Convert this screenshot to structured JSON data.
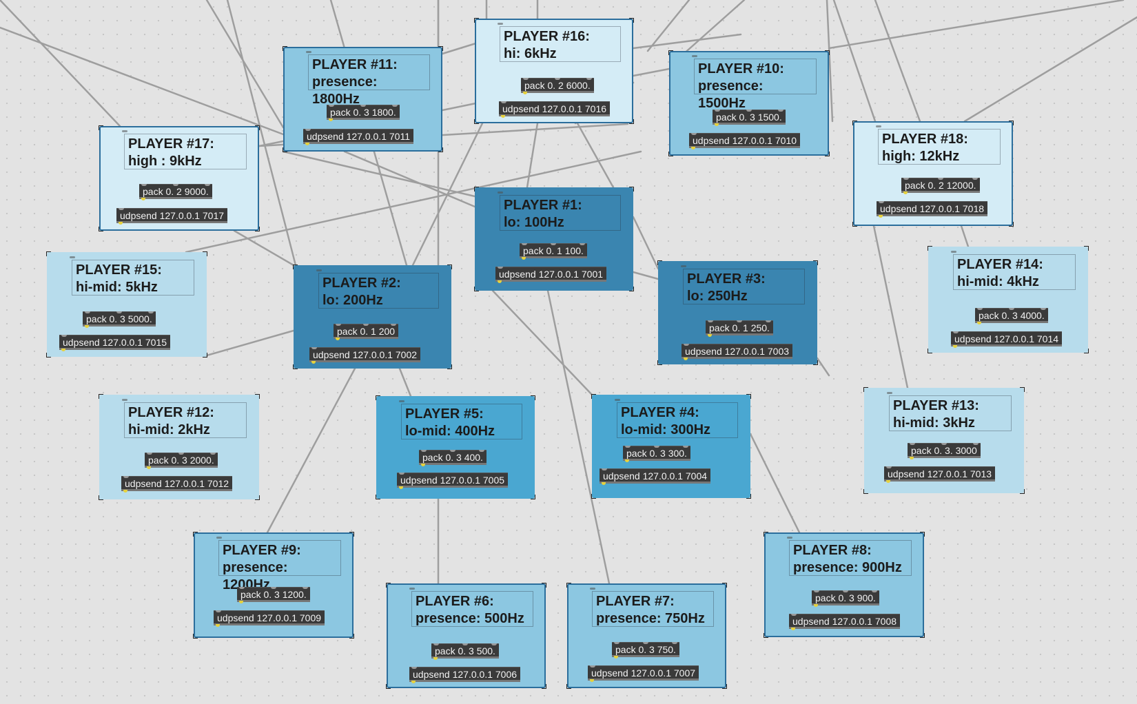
{
  "players": [
    {
      "id": "p11",
      "title": "PLAYER #11:\npresence: 1800Hz",
      "pack": "pack 0. 3 1800.",
      "udp": "udpsend 127.0.0.1 7011",
      "bg": "#8cc7e1",
      "border": true
    },
    {
      "id": "p16",
      "title": "PLAYER #16:\nhi: 6kHz",
      "pack": "pack 0. 2 6000.",
      "udp": "udpsend 127.0.0.1 7016",
      "bg": "#d4ecf6",
      "border": true
    },
    {
      "id": "p10",
      "title": "PLAYER #10:\npresence: 1500Hz",
      "pack": "pack 0. 3 1500.",
      "udp": "udpsend 127.0.0.1 7010",
      "bg": "#8cc7e1",
      "border": true
    },
    {
      "id": "p17",
      "title": "PLAYER #17:\nhigh : 9kHz",
      "pack": "pack 0. 2 9000.",
      "udp": "udpsend 127.0.0.1 7017",
      "bg": "#d4ecf6",
      "border": true
    },
    {
      "id": "p18",
      "title": "PLAYER #18:\nhigh: 12kHz",
      "pack": "pack 0. 2 12000.",
      "udp": "udpsend 127.0.0.1 7018",
      "bg": "#d4ecf6",
      "border": true
    },
    {
      "id": "p1",
      "title": "PLAYER #1:\nlo: 100Hz",
      "pack": "pack 0. 1 100.",
      "udp": "udpsend 127.0.0.1 7001",
      "bg": "#3a85b0",
      "border": false
    },
    {
      "id": "p15",
      "title": "PLAYER #15:\nhi-mid: 5kHz",
      "pack": "pack 0. 3 5000.",
      "udp": "udpsend 127.0.0.1 7015",
      "bg": "#b7dcec",
      "border": false
    },
    {
      "id": "p2",
      "title": "PLAYER #2:\nlo: 200Hz",
      "pack": "pack 0. 1 200",
      "udp": "udpsend 127.0.0.1 7002",
      "bg": "#3a85b0",
      "border": false
    },
    {
      "id": "p3",
      "title": "PLAYER #3:\nlo: 250Hz",
      "pack": "pack 0. 1 250.",
      "udp": "udpsend 127.0.0.1 7003",
      "bg": "#3a85b0",
      "border": false
    },
    {
      "id": "p14",
      "title": "PLAYER #14:\nhi-mid: 4kHz",
      "pack": "pack 0. 3 4000.",
      "udp": "udpsend 127.0.0.1 7014",
      "bg": "#b7dcec",
      "border": false
    },
    {
      "id": "p12",
      "title": "PLAYER #12:\nhi-mid: 2kHz",
      "pack": "pack 0. 3 2000.",
      "udp": "udpsend 127.0.0.1 7012",
      "bg": "#b7dcec",
      "border": false
    },
    {
      "id": "p5",
      "title": "PLAYER #5:\nlo-mid: 400Hz",
      "pack": "pack 0. 3 400.",
      "udp": "udpsend 127.0.0.1 7005",
      "bg": "#4aa7d1",
      "border": false
    },
    {
      "id": "p4",
      "title": "PLAYER #4:\nlo-mid: 300Hz",
      "pack": "pack 0. 3 300.",
      "udp": "udpsend 127.0.0.1 7004",
      "bg": "#4aa7d1",
      "border": false
    },
    {
      "id": "p13",
      "title": "PLAYER #13:\nhi-mid: 3kHz",
      "pack": "pack 0. 3. 3000",
      "udp": "udpsend 127.0.0.1 7013",
      "bg": "#b7dcec",
      "border": false
    },
    {
      "id": "p9",
      "title": "PLAYER #9:\npresence: 1200Hz",
      "pack": "pack 0. 3 1200.",
      "udp": "udpsend 127.0.0.1 7009",
      "bg": "#8cc7e1",
      "border": true
    },
    {
      "id": "p8",
      "title": "PLAYER #8:\npresence: 900Hz",
      "pack": "pack 0. 3 900.",
      "udp": "udpsend 127.0.0.1 7008",
      "bg": "#8cc7e1",
      "border": true
    },
    {
      "id": "p6",
      "title": "PLAYER #6:\npresence: 500Hz",
      "pack": "pack 0. 3 500.",
      "udp": "udpsend 127.0.0.1 7006",
      "bg": "#8cc7e1",
      "border": true
    },
    {
      "id": "p7",
      "title": "PLAYER #7:\npresence: 750Hz",
      "pack": "pack 0. 3 750.",
      "udp": "udpsend 127.0.0.1 7007",
      "bg": "#8cc7e1",
      "border": true
    }
  ],
  "cable_color": "#9e9e9e"
}
